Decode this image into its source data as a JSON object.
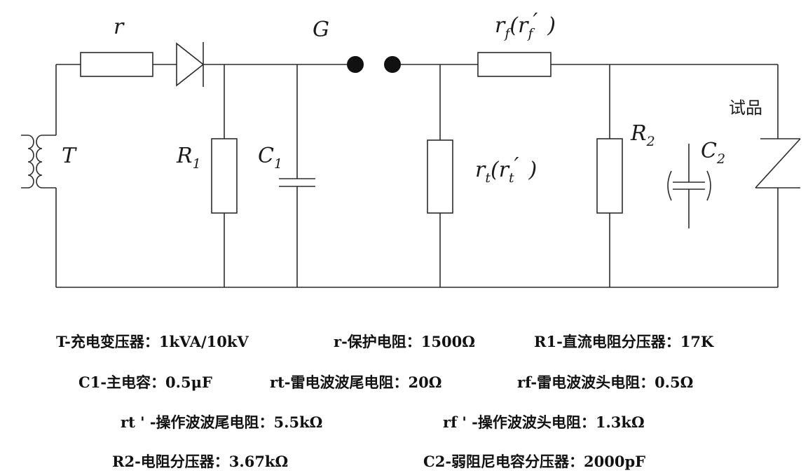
{
  "circuit_labels": {
    "T": "T",
    "r": "r",
    "G": "G",
    "R1": "R",
    "R1_sub": "1",
    "C1": "C",
    "C1_sub": "1",
    "rf_main": "r",
    "rf_sub": "f",
    "rf_open": "(r",
    "rf_prime": "′",
    "rf_close": ")",
    "rt_main": "r",
    "rt_sub": "t",
    "rt_open": "(r",
    "rt_prime": "′",
    "rt_close": ")",
    "R2": "R",
    "R2_sub": "2",
    "C2": "C",
    "C2_sub": "2",
    "specimen": "试品"
  },
  "legend": {
    "row1": [
      "T-充电变压器：1kVA/10kV",
      "r-保护电阻：1500Ω",
      "R1-直流电阻分压器：17K"
    ],
    "row2": [
      "C1-主电容：0.5μF",
      "rt-雷电波波尾电阻：20Ω",
      "rf-雷电波波头电阻：0.5Ω"
    ],
    "row3": [
      "rt ' -操作波波尾电阻：5.5kΩ",
      "rf ' -操作波波头电阻：1.3kΩ"
    ],
    "row4": [
      "R2-电阻分压器：3.67kΩ",
      "C2-弱阻尼电容分压器：2000pF"
    ]
  }
}
